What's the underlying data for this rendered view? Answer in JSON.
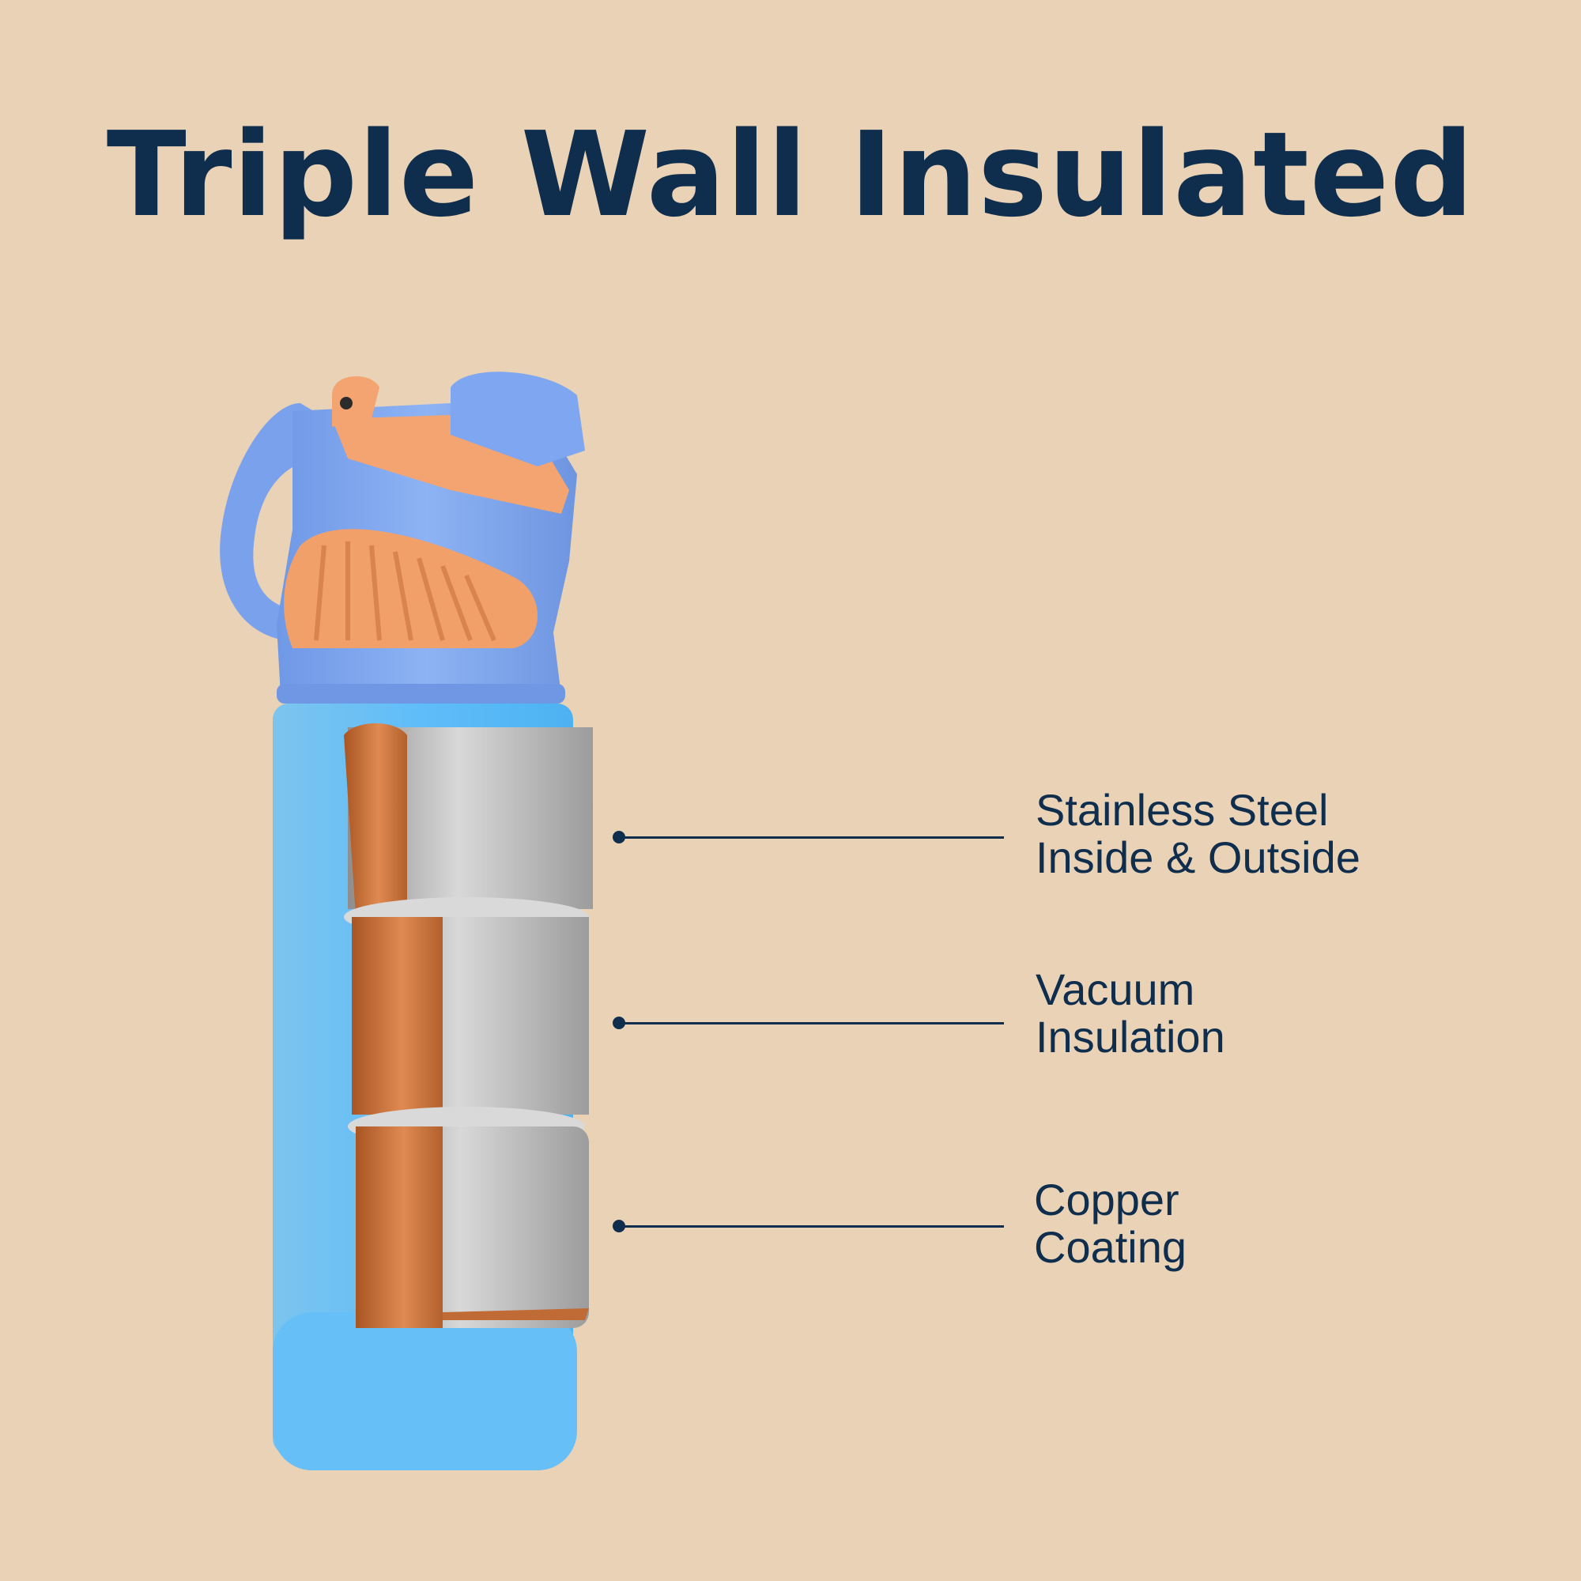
{
  "headline": "Triple Wall Insulated",
  "callouts": [
    {
      "line1": "Stainless Steel",
      "line2": "Inside & Outside"
    },
    {
      "line1": "Vacuum",
      "line2": "Insulation"
    },
    {
      "line1": "Copper",
      "line2": "Coating"
    }
  ],
  "colors": {
    "background": "#e9d2b6",
    "text": "#0f2d4c",
    "lid_blue": "#7ea7ef",
    "accent_orange": "#f4a470",
    "body_blue": "#63bdf6",
    "copper": "#c06a35",
    "steel": "#b9b9b9"
  }
}
